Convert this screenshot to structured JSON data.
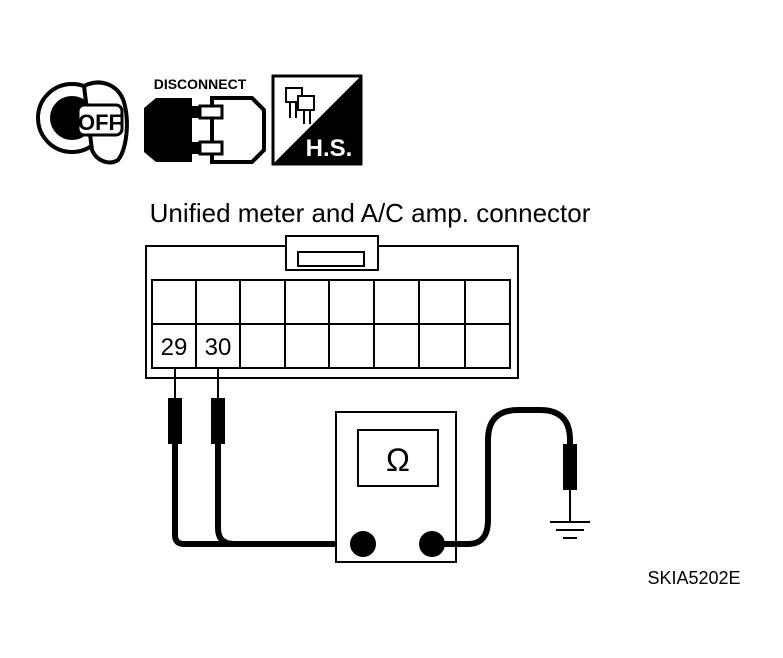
{
  "icons": {
    "ignition": {
      "icon": "ignition-key-off-icon",
      "text": "OFF"
    },
    "disconnect": {
      "icon": "disconnect-connector-icon",
      "label": "DISCONNECT"
    },
    "harness_side": {
      "icon": "harness-side-icon",
      "text": "H.S."
    }
  },
  "connector": {
    "title": "Unified meter and A/C amp. connector",
    "pins": [
      "29",
      "30"
    ]
  },
  "meter": {
    "symbol": "Ω"
  },
  "figure_id": "SKIA5202E"
}
